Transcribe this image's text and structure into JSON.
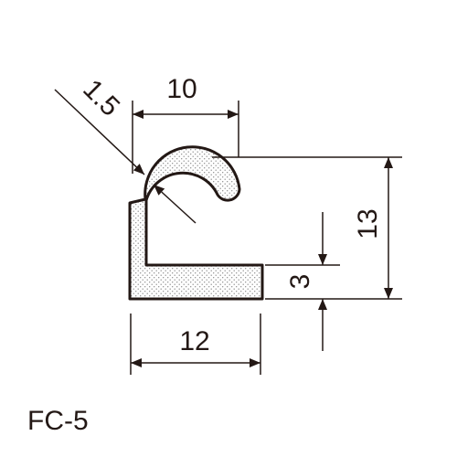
{
  "profile": {
    "part_code": "FC-5",
    "ink_color": "#231815",
    "fill_color": "#ffffff",
    "dot_color": "#8c8c8c"
  },
  "dimensions": {
    "top_width": "10",
    "corner_radius": "1.5",
    "height": "13",
    "base_thickness": "3",
    "bottom_width": "12"
  }
}
